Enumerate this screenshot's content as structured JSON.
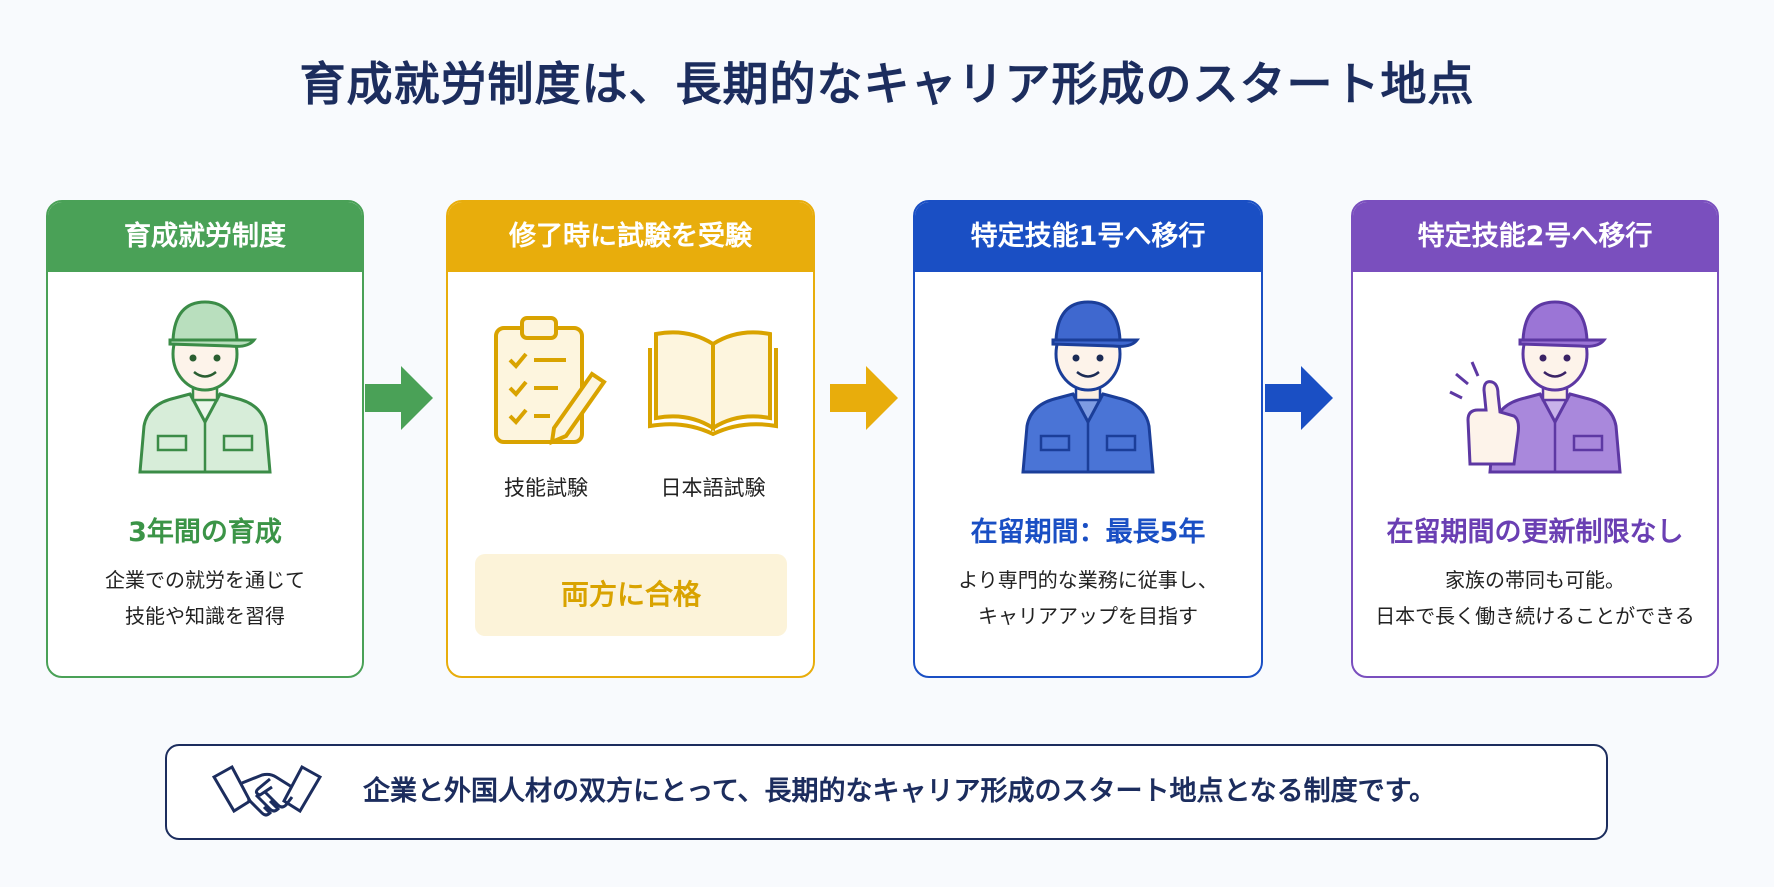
{
  "title": "育成就労制度は、長期的なキャリア形成のスタート地点",
  "colors": {
    "green": "#4aa157",
    "yellow": "#e8ad0c",
    "blue": "#1a4fc4",
    "purple": "#7a4fbe",
    "navy": "#1c2d5e"
  },
  "steps": [
    {
      "header": "育成就労制度",
      "icon": "worker-green-icon",
      "headline": "3年間の育成",
      "desc": [
        "企業での就労を通じて",
        "技能や知識を習得"
      ]
    },
    {
      "header": "修了時に試験を受験",
      "exams": [
        {
          "icon": "clipboard-checklist-icon",
          "label": "技能試験"
        },
        {
          "icon": "open-book-icon",
          "label": "日本語試験"
        }
      ],
      "pass": "両方に合格"
    },
    {
      "header": "特定技能1号へ移行",
      "icon": "worker-blue-icon",
      "headline": "在留期間：最長5年",
      "desc": [
        "より専門的な業務に従事し、",
        "キャリアアップを目指す"
      ]
    },
    {
      "header": "特定技能2号へ移行",
      "icon": "worker-thumbs-up-purple-icon",
      "headline": "在留期間の更新制限なし",
      "desc": [
        "家族の帯同も可能。",
        "日本で長く働き続けることができる"
      ]
    }
  ],
  "footer": {
    "icon": "handshake-icon",
    "text": "企業と外国人材の双方にとって、長期的なキャリア形成のスタート地点となる制度です。"
  }
}
